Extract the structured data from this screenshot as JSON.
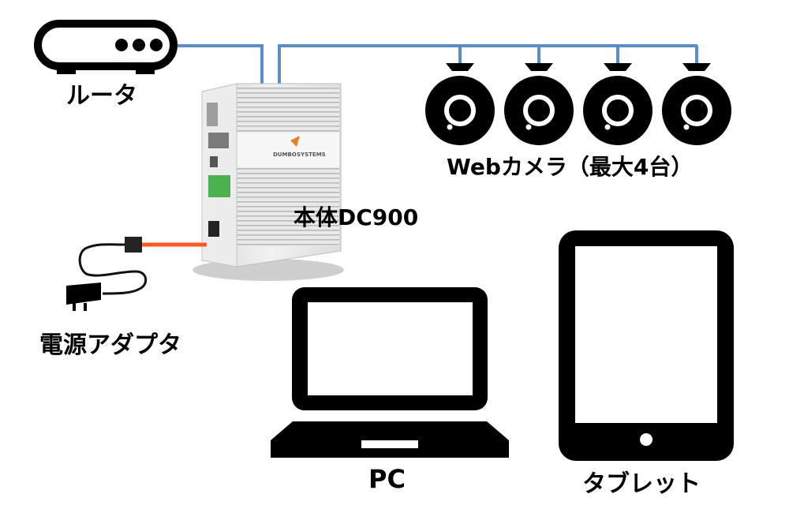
{
  "labels": {
    "router": "ルータ",
    "cameras": "Webカメラ（最大4台）",
    "main_unit": "本体DC900",
    "power_adapter": "電源アダプタ",
    "pc": "PC",
    "tablet": "タブレット"
  },
  "device_brand": {
    "left": "DUMBO",
    "right": "SYSTEMS"
  },
  "colors": {
    "network_line": "#5b8ec7",
    "power_cable": "#ff5a1f",
    "device_body": "#e6e6e6",
    "connector_green": "#4caf50",
    "icon_black": "#000000"
  },
  "camera_count": 4
}
